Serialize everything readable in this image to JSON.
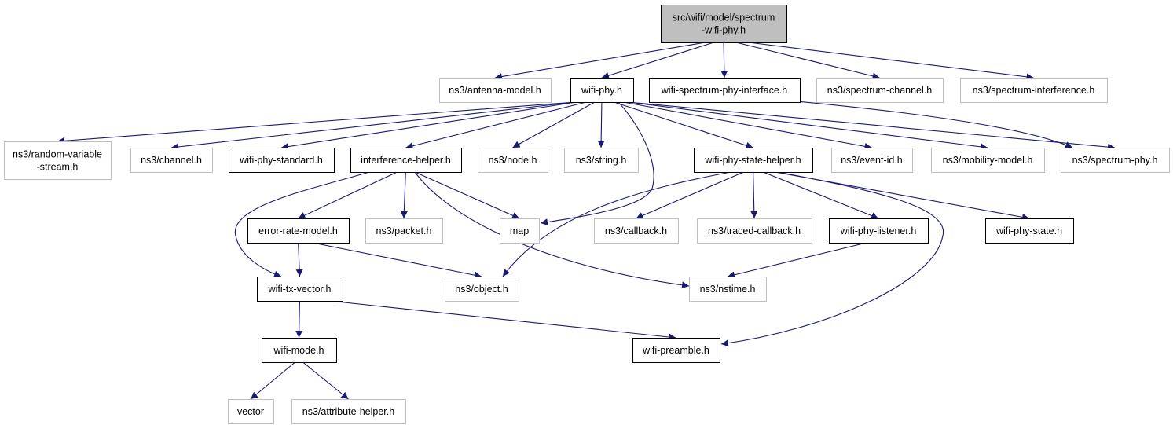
{
  "graph": {
    "nodes": [
      {
        "id": "root",
        "lines": [
          "src/wifi/model/spectrum",
          "-wifi-phy.h"
        ],
        "style": "root",
        "target": true
      },
      {
        "id": "antenna",
        "lines": [
          "ns3/antenna-model.h"
        ],
        "style": "external"
      },
      {
        "id": "wifiphy",
        "lines": [
          "wifi-phy.h"
        ],
        "style": "documented"
      },
      {
        "id": "wsphyif",
        "lines": [
          "wifi-spectrum-phy-interface.h"
        ],
        "style": "documented"
      },
      {
        "id": "spchan",
        "lines": [
          "ns3/spectrum-channel.h"
        ],
        "style": "external"
      },
      {
        "id": "spinter",
        "lines": [
          "ns3/spectrum-interference.h"
        ],
        "style": "external"
      },
      {
        "id": "randvar",
        "lines": [
          "ns3/random-variable",
          "-stream.h"
        ],
        "style": "external"
      },
      {
        "id": "channel",
        "lines": [
          "ns3/channel.h"
        ],
        "style": "external"
      },
      {
        "id": "wpstd",
        "lines": [
          "wifi-phy-standard.h"
        ],
        "style": "documented"
      },
      {
        "id": "interf",
        "lines": [
          "interference-helper.h"
        ],
        "style": "documented"
      },
      {
        "id": "node",
        "lines": [
          "ns3/node.h"
        ],
        "style": "external"
      },
      {
        "id": "string",
        "lines": [
          "ns3/string.h"
        ],
        "style": "external"
      },
      {
        "id": "wpsh",
        "lines": [
          "wifi-phy-state-helper.h"
        ],
        "style": "documented"
      },
      {
        "id": "eventid",
        "lines": [
          "ns3/event-id.h"
        ],
        "style": "external"
      },
      {
        "id": "mobility",
        "lines": [
          "ns3/mobility-model.h"
        ],
        "style": "external"
      },
      {
        "id": "spphy",
        "lines": [
          "ns3/spectrum-phy.h"
        ],
        "style": "external"
      },
      {
        "id": "erm",
        "lines": [
          "error-rate-model.h"
        ],
        "style": "documented"
      },
      {
        "id": "packet",
        "lines": [
          "ns3/packet.h"
        ],
        "style": "external"
      },
      {
        "id": "map",
        "lines": [
          "map"
        ],
        "style": "external"
      },
      {
        "id": "callback",
        "lines": [
          "ns3/callback.h"
        ],
        "style": "external"
      },
      {
        "id": "tcallback",
        "lines": [
          "ns3/traced-callback.h"
        ],
        "style": "external"
      },
      {
        "id": "wplistener",
        "lines": [
          "wifi-phy-listener.h"
        ],
        "style": "documented"
      },
      {
        "id": "wpstate",
        "lines": [
          "wifi-phy-state.h"
        ],
        "style": "documented"
      },
      {
        "id": "txvec",
        "lines": [
          "wifi-tx-vector.h"
        ],
        "style": "documented"
      },
      {
        "id": "object",
        "lines": [
          "ns3/object.h"
        ],
        "style": "external"
      },
      {
        "id": "nstime",
        "lines": [
          "ns3/nstime.h"
        ],
        "style": "external"
      },
      {
        "id": "wmode",
        "lines": [
          "wifi-mode.h"
        ],
        "style": "documented"
      },
      {
        "id": "preamble",
        "lines": [
          "wifi-preamble.h"
        ],
        "style": "documented"
      },
      {
        "id": "vector",
        "lines": [
          "vector"
        ],
        "style": "external"
      },
      {
        "id": "attr",
        "lines": [
          "ns3/attribute-helper.h"
        ],
        "style": "external"
      }
    ],
    "edges": [
      [
        "root",
        "antenna"
      ],
      [
        "root",
        "wifiphy"
      ],
      [
        "root",
        "wsphyif"
      ],
      [
        "root",
        "spchan"
      ],
      [
        "root",
        "spinter"
      ],
      [
        "wsphyif",
        "spphy"
      ],
      [
        "wifiphy",
        "randvar"
      ],
      [
        "wifiphy",
        "channel"
      ],
      [
        "wifiphy",
        "wpstd"
      ],
      [
        "wifiphy",
        "interf"
      ],
      [
        "wifiphy",
        "node"
      ],
      [
        "wifiphy",
        "string"
      ],
      [
        "wifiphy",
        "wpsh"
      ],
      [
        "wifiphy",
        "eventid"
      ],
      [
        "wifiphy",
        "mobility"
      ],
      [
        "wifiphy",
        "spphy"
      ],
      [
        "wifiphy",
        "map"
      ],
      [
        "interf",
        "erm"
      ],
      [
        "interf",
        "packet"
      ],
      [
        "interf",
        "map"
      ],
      [
        "interf",
        "txvec"
      ],
      [
        "interf",
        "nstime"
      ],
      [
        "wpsh",
        "callback"
      ],
      [
        "wpsh",
        "tcallback"
      ],
      [
        "wpsh",
        "wplistener"
      ],
      [
        "wpsh",
        "wpstate"
      ],
      [
        "wpsh",
        "object"
      ],
      [
        "wpsh",
        "preamble"
      ],
      [
        "erm",
        "txvec"
      ],
      [
        "erm",
        "object"
      ],
      [
        "wplistener",
        "nstime"
      ],
      [
        "txvec",
        "wmode"
      ],
      [
        "txvec",
        "preamble"
      ],
      [
        "wmode",
        "vector"
      ],
      [
        "wmode",
        "attr"
      ]
    ]
  },
  "colors": {
    "edge": "#191970",
    "root_fill": "#bfbfbf",
    "documented_border": "#000000",
    "external_border": "#bfbfbf",
    "text": "#000000"
  }
}
